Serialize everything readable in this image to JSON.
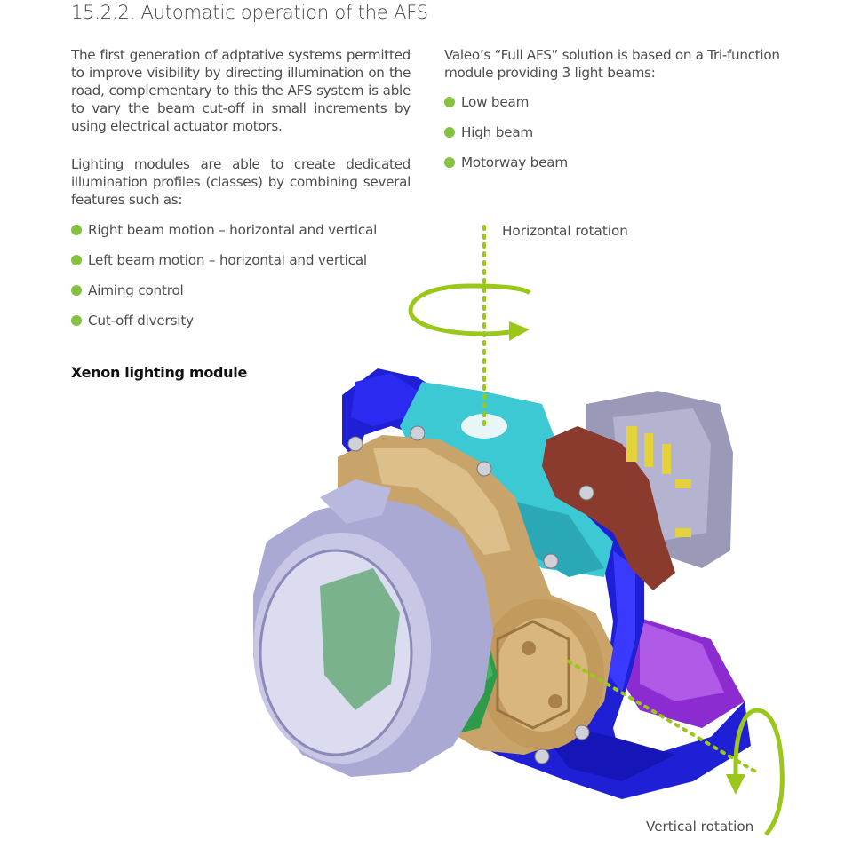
{
  "section_title": "15.2.2. Automatic operation of the AFS",
  "left_column": {
    "paragraph1": "The first generation of adptative systems permitted to improve visibility by directing illumination on the road, complementary to this the AFS system is able to vary the beam cut-off in small increments by using electrical actuator motors.",
    "paragraph2": "Lighting modules are able to create dedicated illumination profiles (classes) by combining several features such as:",
    "features": [
      "Right beam motion – horizontal and vertical",
      "Left beam motion – horizontal and vertical",
      "Aiming control",
      "Cut-off diversity"
    ],
    "module_heading": "Xenon lighting module"
  },
  "right_column": {
    "paragraph": "Valeo’s “Full AFS” solution is based on a Tri-function module providing 3 light beams:",
    "beams": [
      "Low beam",
      "High beam",
      "Motorway beam"
    ]
  },
  "diagram_labels": {
    "horizontal_rotation": "Horizontal rotation",
    "vertical_rotation": "Vertical rotation"
  },
  "colors": {
    "bullet_green": "#86c13f",
    "arrow_green": "#9bc61a",
    "frame_blue": "#1f1fd6",
    "housing_tan": "#c9a46a",
    "lens_lavender": "#a9a9d4",
    "connector_brown": "#8b3a2e",
    "connector_gray": "#9a9ab8",
    "cyan_part": "#3cc9d4",
    "purple_base": "#8c2cd0"
  }
}
